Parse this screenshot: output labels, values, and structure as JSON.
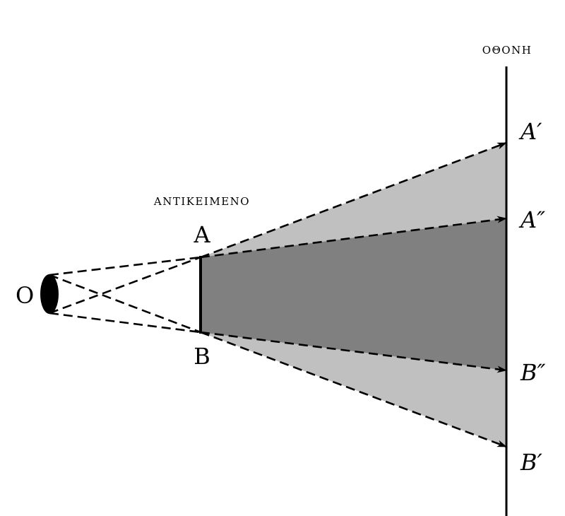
{
  "labels": {
    "screen": "ΟΘΟΝΗ",
    "object": "ΑΝΤΙΚΕΙΜΕΝΟ",
    "source": "O",
    "top_end": "A",
    "bottom_end": "B",
    "screen_top_penumbra": "A′",
    "screen_top_umbra": "A″",
    "screen_bottom_umbra": "B″",
    "screen_bottom_penumbra": "B′"
  },
  "colors": {
    "penumbra": "#c0c0c0",
    "umbra": "#808080",
    "lines": "#000000"
  }
}
